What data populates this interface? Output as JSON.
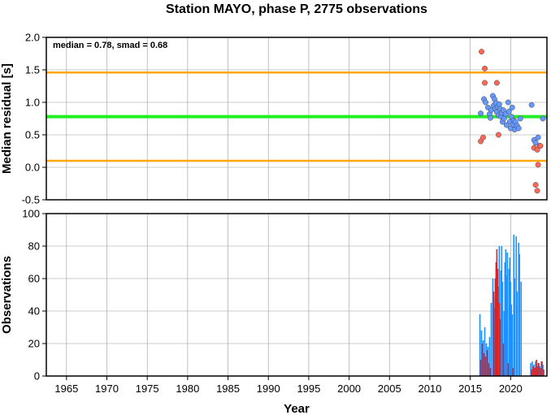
{
  "title": "Station MAYO, phase P, 2775 observations",
  "colors": {
    "median_line": "#22ee22",
    "limit_line": "#ffa500",
    "inlier": "#6699ff",
    "outlier": "#ff6655",
    "bar_blue": "#1e90ff",
    "bar_red": "#dd2222",
    "grid": "#999999"
  },
  "chart_data": [
    {
      "type": "scatter",
      "ylabel": "Median residual [s]",
      "annotation": "median = 0.78, smad = 0.68",
      "xlim": [
        1962.5,
        2024.5
      ],
      "ylim": [
        -0.5,
        2.0
      ],
      "yticks": [
        -0.5,
        0.0,
        0.5,
        1.0,
        1.5,
        2.0
      ],
      "ytick_labels": [
        "-0.5",
        "0.0",
        "0.5",
        "1.0",
        "1.5",
        "2.0"
      ],
      "median": 0.78,
      "upper_limit": 1.46,
      "lower_limit": 0.1,
      "series": [
        {
          "class": "inlier",
          "points": [
            [
              2016.3,
              0.83
            ],
            [
              2016.7,
              1.05
            ],
            [
              2016.9,
              1.0
            ],
            [
              2017.2,
              0.92
            ],
            [
              2017.4,
              0.82
            ],
            [
              2017.5,
              0.76
            ],
            [
              2017.6,
              0.88
            ],
            [
              2017.8,
              1.1
            ],
            [
              2017.9,
              0.95
            ],
            [
              2018.0,
              1.05
            ],
            [
              2018.1,
              0.9
            ],
            [
              2018.2,
              0.99
            ],
            [
              2018.3,
              0.85
            ],
            [
              2018.4,
              0.93
            ],
            [
              2018.5,
              0.8
            ],
            [
              2018.6,
              0.97
            ],
            [
              2018.7,
              0.9
            ],
            [
              2018.8,
              0.78
            ],
            [
              2018.9,
              0.84
            ],
            [
              2019.0,
              0.7
            ],
            [
              2019.1,
              0.88
            ],
            [
              2019.2,
              0.75
            ],
            [
              2019.4,
              0.82
            ],
            [
              2019.5,
              0.65
            ],
            [
              2019.7,
              1.0
            ],
            [
              2019.8,
              0.86
            ],
            [
              2019.9,
              0.7
            ],
            [
              2020.0,
              0.6
            ],
            [
              2020.1,
              0.78
            ],
            [
              2020.2,
              0.92
            ],
            [
              2020.3,
              0.66
            ],
            [
              2020.4,
              0.72
            ],
            [
              2020.5,
              0.58
            ],
            [
              2020.6,
              0.7
            ],
            [
              2020.8,
              0.64
            ],
            [
              2021.0,
              0.6
            ],
            [
              2021.2,
              0.75
            ],
            [
              2022.6,
              0.96
            ],
            [
              2022.9,
              0.42
            ],
            [
              2023.1,
              0.38
            ],
            [
              2023.4,
              0.46
            ],
            [
              2023.6,
              0.33
            ],
            [
              2024.0,
              0.75
            ]
          ]
        },
        {
          "class": "outlier",
          "points": [
            [
              2016.4,
              1.78
            ],
            [
              2016.8,
              1.52
            ],
            [
              2016.8,
              1.3
            ],
            [
              2016.3,
              0.4
            ],
            [
              2016.6,
              0.46
            ],
            [
              2018.3,
              1.3
            ],
            [
              2018.5,
              0.5
            ],
            [
              2022.9,
              0.3
            ],
            [
              2023.3,
              0.27
            ],
            [
              2023.4,
              0.04
            ],
            [
              2023.7,
              0.33
            ],
            [
              2023.1,
              -0.27
            ],
            [
              2023.3,
              -0.36
            ]
          ]
        }
      ]
    },
    {
      "type": "bar",
      "ylabel": "Observations",
      "xlabel": "Year",
      "xlim": [
        1962.5,
        2024.5
      ],
      "ylim": [
        0,
        100
      ],
      "yticks": [
        0,
        20,
        40,
        60,
        80,
        100
      ],
      "ytick_labels": [
        "0",
        "20",
        "40",
        "60",
        "80",
        "100"
      ],
      "xticks": [
        1965,
        1970,
        1975,
        1980,
        1985,
        1990,
        1995,
        2000,
        2005,
        2010,
        2015,
        2020
      ],
      "xtick_labels": [
        "1965",
        "1970",
        "1975",
        "1980",
        "1985",
        "1990",
        "1995",
        "2000",
        "2005",
        "2010",
        "2015",
        "2020"
      ],
      "bars": [
        {
          "class": "blue",
          "points": [
            [
              2016.2,
              38
            ],
            [
              2016.4,
              28
            ],
            [
              2016.6,
              22
            ],
            [
              2016.8,
              30
            ],
            [
              2017.0,
              20
            ],
            [
              2017.2,
              18
            ],
            [
              2017.4,
              24
            ],
            [
              2017.6,
              45
            ],
            [
              2017.8,
              60
            ],
            [
              2017.9,
              48
            ],
            [
              2018.0,
              42
            ],
            [
              2018.2,
              50
            ],
            [
              2018.3,
              72
            ],
            [
              2018.5,
              55
            ],
            [
              2018.6,
              80
            ],
            [
              2018.8,
              65
            ],
            [
              2018.9,
              80
            ],
            [
              2019.0,
              58
            ],
            [
              2019.2,
              40
            ],
            [
              2019.3,
              70
            ],
            [
              2019.4,
              78
            ],
            [
              2019.5,
              62
            ],
            [
              2019.6,
              76
            ],
            [
              2019.8,
              66
            ],
            [
              2019.9,
              73
            ],
            [
              2020.0,
              58
            ],
            [
              2020.1,
              44
            ],
            [
              2020.2,
              38
            ],
            [
              2020.4,
              87
            ],
            [
              2020.5,
              60
            ],
            [
              2020.7,
              86
            ],
            [
              2020.8,
              52
            ],
            [
              2021.0,
              82
            ],
            [
              2021.1,
              75
            ],
            [
              2021.3,
              58
            ],
            [
              2022.5,
              8
            ],
            [
              2022.7,
              9
            ],
            [
              2022.9,
              7
            ],
            [
              2023.1,
              9
            ],
            [
              2023.4,
              8
            ],
            [
              2023.6,
              6
            ],
            [
              2023.8,
              9
            ],
            [
              2024.0,
              7
            ]
          ]
        },
        {
          "class": "red",
          "points": [
            [
              2016.3,
              10
            ],
            [
              2016.5,
              20
            ],
            [
              2016.7,
              14
            ],
            [
              2016.9,
              12
            ],
            [
              2017.1,
              16
            ],
            [
              2017.3,
              8
            ],
            [
              2017.5,
              5
            ],
            [
              2017.9,
              52
            ],
            [
              2018.1,
              60
            ],
            [
              2018.2,
              70
            ],
            [
              2018.3,
              78
            ],
            [
              2018.4,
              66
            ],
            [
              2018.6,
              45
            ],
            [
              2018.7,
              35
            ],
            [
              2019.1,
              20
            ],
            [
              2019.7,
              8
            ],
            [
              2020.3,
              5
            ],
            [
              2022.6,
              4
            ],
            [
              2022.8,
              6
            ],
            [
              2023.0,
              5
            ],
            [
              2023.2,
              10
            ],
            [
              2023.3,
              6
            ],
            [
              2023.5,
              8
            ],
            [
              2023.7,
              5
            ],
            [
              2023.9,
              9
            ],
            [
              2024.1,
              4
            ]
          ]
        }
      ]
    }
  ]
}
